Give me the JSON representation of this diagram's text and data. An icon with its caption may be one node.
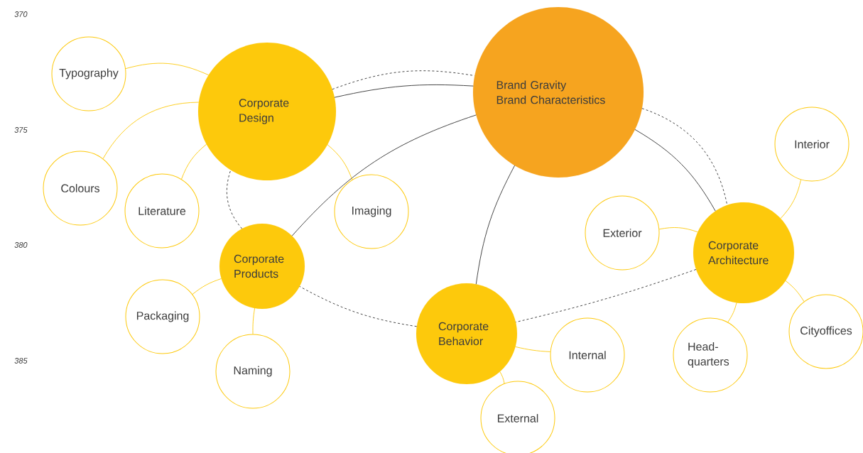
{
  "diagram": {
    "nodes": [
      {
        "text": [
          "Brand Gravity",
          "Brand Characteristics"
        ]
      },
      {
        "text": [
          "Corporate Design"
        ]
      },
      {
        "text": [
          "Corporate Products"
        ]
      },
      {
        "text": [
          "Corporate Behavior"
        ]
      },
      {
        "text": [
          "Corporate Architecture"
        ]
      },
      {
        "text": [
          "Typography"
        ]
      },
      {
        "text": [
          "Colours"
        ]
      },
      {
        "text": [
          "Literature"
        ]
      },
      {
        "text": [
          "Imaging"
        ]
      },
      {
        "text": [
          "Packaging"
        ]
      },
      {
        "text": [
          "Naming"
        ]
      },
      {
        "text": [
          "Internal"
        ]
      },
      {
        "text": [
          "External"
        ]
      },
      {
        "text": [
          "Exterior"
        ]
      },
      {
        "text": [
          "Interior"
        ]
      },
      {
        "text": [
          "Head- quarters"
        ]
      },
      {
        "text": [
          "Cityoffices"
        ]
      }
    ],
    "edges": [
      {
        "from": 0,
        "to": 1,
        "arrow": "none",
        "color": "#333333"
      },
      {
        "from": 0,
        "to": 2,
        "arrow": "none",
        "color": "#333333"
      },
      {
        "from": 0,
        "to": 3,
        "arrow": "none",
        "color": "#333333"
      },
      {
        "from": 0,
        "to": 4,
        "arrow": "none",
        "color": "#333333"
      },
      {
        "from": 1,
        "to": 0,
        "arrow": "none",
        "style": "dashed",
        "color": "#333333"
      },
      {
        "from": 0,
        "to": 4,
        "arrow": "none",
        "style": "dashed",
        "color": "#333333"
      },
      {
        "from": 4,
        "to": 3,
        "arrow": "none",
        "style": "dashed",
        "color": "#333333"
      },
      {
        "from": 3,
        "to": 2,
        "arrow": "none",
        "style": "dashed",
        "color": "#333333"
      },
      {
        "from": 2,
        "to": 1,
        "arrow": "none",
        "style": "dashed",
        "color": "#333333"
      },
      {
        "from": 1,
        "to": 5,
        "arrow": "none"
      },
      {
        "from": 1,
        "to": 6,
        "arrow": "none"
      },
      {
        "from": 1,
        "to": 7,
        "arrow": "none"
      },
      {
        "from": 1,
        "to": 8,
        "arrow": "none"
      },
      {
        "from": 2,
        "to": 9,
        "arrow": "none"
      },
      {
        "from": 2,
        "to": 10,
        "arrow": "none"
      },
      {
        "from": 3,
        "to": 11,
        "arrow": "none"
      },
      {
        "from": 3,
        "to": 12,
        "arrow": "none"
      },
      {
        "from": 4,
        "to": 13,
        "arrow": "none"
      },
      {
        "from": 4,
        "to": 14,
        "arrow": "none"
      },
      {
        "from": 4,
        "to": 15,
        "arrow": "none"
      },
      {
        "from": 4,
        "to": 16,
        "arrow": "none"
      }
    ],
    "labels": [
      "370",
      "375",
      "380",
      "385"
    ]
  }
}
